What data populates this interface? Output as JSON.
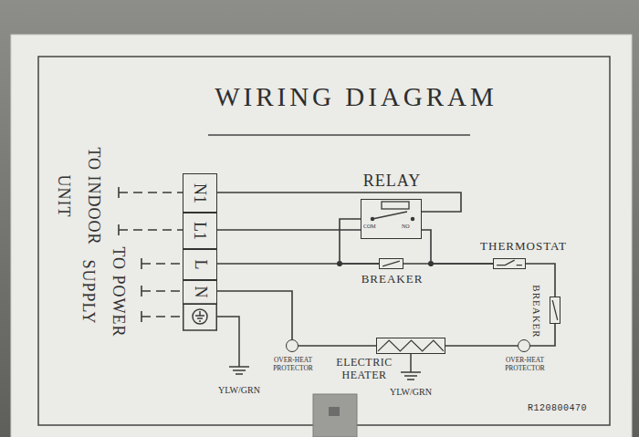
{
  "diagram": {
    "title": "WIRING DIAGRAM",
    "nodes": [
      {
        "text": [
          "N1"
        ]
      },
      {
        "text": [
          "L1"
        ]
      },
      {
        "text": [
          "L"
        ]
      },
      {
        "text": [
          "N"
        ]
      },
      {
        "text": [
          "RELAY"
        ]
      },
      {
        "text": [
          "BREAKER"
        ]
      },
      {
        "text": [
          "THERMOSTAT"
        ]
      },
      {
        "text": [
          "BREAKER"
        ]
      },
      {
        "text": [
          "OVER-HEAT PROTECTOR"
        ]
      },
      {
        "text": [
          "ELECTRIC HEATER"
        ]
      },
      {
        "text": [
          "OVER-HEAT PROTECTOR"
        ]
      }
    ],
    "edges": [
      {
        "from": 0,
        "to": 4,
        "arrow": "none"
      },
      {
        "from": 1,
        "to": 4,
        "arrow": "none"
      },
      {
        "from": 2,
        "to": 5,
        "arrow": "none"
      },
      {
        "from": 4,
        "to": 5,
        "arrow": "none"
      },
      {
        "from": 4,
        "to": 6,
        "arrow": "none"
      },
      {
        "from": 5,
        "to": 6,
        "arrow": "none"
      },
      {
        "from": 6,
        "to": 7,
        "arrow": "none"
      },
      {
        "from": 7,
        "to": 10,
        "arrow": "none"
      },
      {
        "from": 10,
        "to": 9,
        "arrow": "none"
      },
      {
        "from": 9,
        "to": 8,
        "arrow": "none"
      },
      {
        "from": 3,
        "to": 8,
        "arrow": "none"
      }
    ],
    "labels": [
      "TO INDOOR UNIT",
      "TO POWER SUPPLY",
      "COM",
      "NO",
      "YLW/GRN",
      "YLW/GRN",
      "R120800470"
    ]
  }
}
